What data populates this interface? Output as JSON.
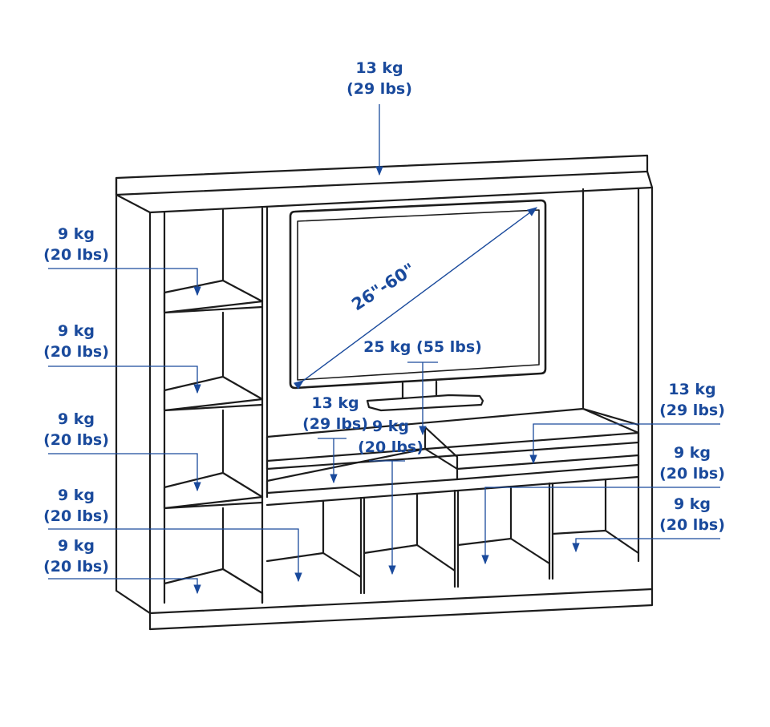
{
  "colors": {
    "annotation": "#1a4a9c",
    "outline": "#1c1c1c"
  },
  "labels": {
    "top": {
      "kg": "13 kg",
      "lbs": "(29 lbs)"
    },
    "left_shelf_1": {
      "kg": "9 kg",
      "lbs": "(20 lbs)"
    },
    "left_shelf_2": {
      "kg": "9 kg",
      "lbs": "(20 lbs)"
    },
    "left_shelf_3": {
      "kg": "9 kg",
      "lbs": "(20 lbs)"
    },
    "left_shelf_4": {
      "kg": "9 kg",
      "lbs": "(20 lbs)"
    },
    "left_shelf_5": {
      "kg": "9 kg",
      "lbs": "(20 lbs)"
    },
    "tv_weight": {
      "text": "25 kg (55 lbs)"
    },
    "tv_size": {
      "text": "26\"-60\""
    },
    "center_shelf": {
      "kg": "13 kg",
      "lbs": "(29 lbs)"
    },
    "center_cubby": {
      "kg": "9 kg",
      "lbs": "(20 lbs)"
    },
    "right_shelf": {
      "kg": "13 kg",
      "lbs": "(29 lbs)"
    },
    "right_cubby_1": {
      "kg": "9 kg",
      "lbs": "(20 lbs)"
    },
    "right_cubby_2": {
      "kg": "9 kg",
      "lbs": "(20 lbs)"
    }
  }
}
